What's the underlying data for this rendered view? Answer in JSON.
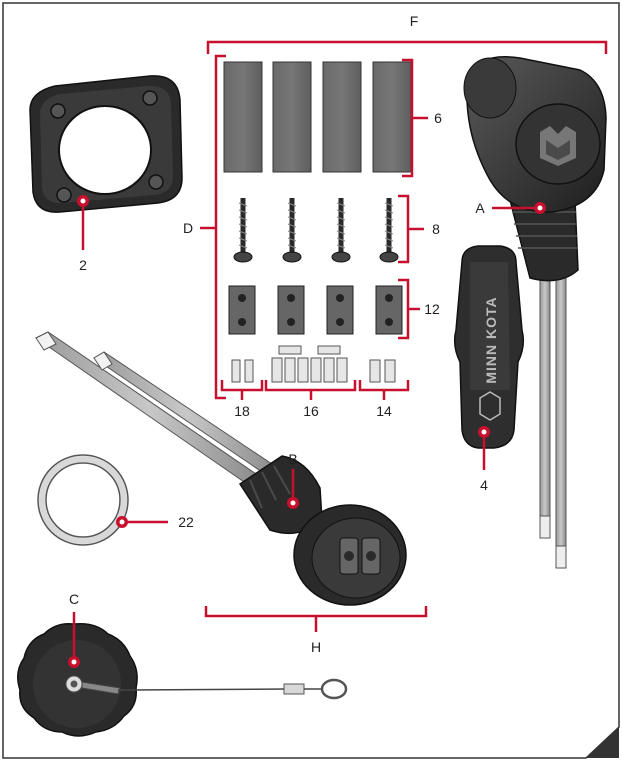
{
  "figure": {
    "accent_color": "#c8102e",
    "part_labels": {
      "F": "F",
      "D": "D",
      "A": "A",
      "B": "B",
      "C": "C",
      "H": "H",
      "n2": "2",
      "n4": "4",
      "n6": "6",
      "n8": "8",
      "n12": "12",
      "n14": "14",
      "n16": "16",
      "n18": "18",
      "n22": "22"
    },
    "brand_text": "MINN KOTA"
  }
}
